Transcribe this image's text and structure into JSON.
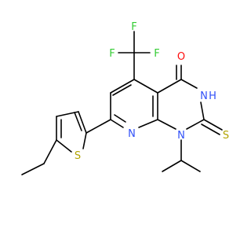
{
  "diagram": {
    "type": "chemical-structure",
    "atom_labels": {
      "f_top": "F",
      "f_left": "F",
      "f_right": "F",
      "o": "O",
      "nh_n": "N",
      "nh_h": "H",
      "s_thione": "S",
      "n_ring": "N",
      "n_sub": "N",
      "s_thiophene": "S"
    },
    "colors": {
      "bond": "#000000",
      "fluorine": "#33cc33",
      "oxygen": "#ff0d0d",
      "nitrogen": "#3050f8",
      "sulfur": "#b2a300",
      "background": "#ffffff"
    }
  }
}
